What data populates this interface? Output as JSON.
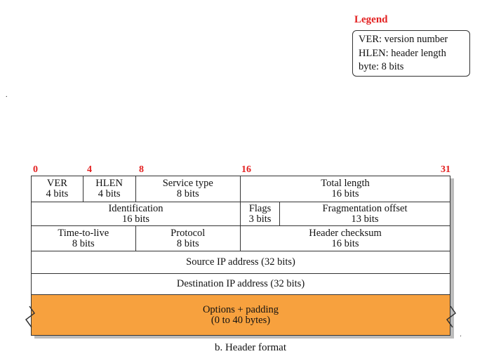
{
  "legend": {
    "title": "Legend",
    "items": [
      "VER: version number",
      "HLEN: header length",
      "byte: 8 bits"
    ]
  },
  "bit_positions": [
    "0",
    "4",
    "8",
    "16",
    "31"
  ],
  "rows": [
    [
      {
        "lines": [
          "VER",
          "4 bits"
        ],
        "bits": 4
      },
      {
        "lines": [
          "HLEN",
          "4 bits"
        ],
        "bits": 4
      },
      {
        "lines": [
          "Service type",
          "8 bits"
        ],
        "bits": 8
      },
      {
        "lines": [
          "Total length",
          "16 bits"
        ],
        "bits": 16
      }
    ],
    [
      {
        "lines": [
          "Identification",
          "16 bits"
        ],
        "bits": 16
      },
      {
        "lines": [
          "Flags",
          "3 bits"
        ],
        "bits": 3
      },
      {
        "lines": [
          "Fragmentation offset",
          "13 bits"
        ],
        "bits": 13
      }
    ],
    [
      {
        "lines": [
          "Time-to-live",
          "8 bits"
        ],
        "bits": 8
      },
      {
        "lines": [
          "Protocol",
          "8 bits"
        ],
        "bits": 8
      },
      {
        "lines": [
          "Header checksum",
          "16 bits"
        ],
        "bits": 16
      }
    ],
    [
      {
        "lines": [
          "Source IP address (32 bits)"
        ],
        "bits": 32
      }
    ],
    [
      {
        "lines": [
          "Destination IP address (32 bits)"
        ],
        "bits": 32
      }
    ],
    [
      {
        "lines": [
          "Options + padding",
          "(0 to 40 bytes)"
        ],
        "bits": 32
      }
    ]
  ],
  "caption": "b. Header format",
  "colors": {
    "options_fill": "#f7a13e",
    "bit_labels": "#e32020",
    "legend_title": "#e32020"
  }
}
